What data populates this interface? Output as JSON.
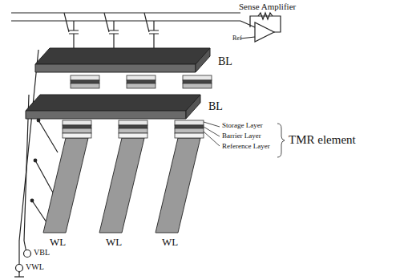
{
  "diagram": {
    "labels": [
      "Sense Amplifier",
      "Ref",
      "BL",
      "BL",
      "Storage Layer",
      "Barrier Layer",
      "Reference Layer",
      "TMR element",
      "WL",
      "WL",
      "WL",
      "VBL",
      "VWL"
    ]
  }
}
